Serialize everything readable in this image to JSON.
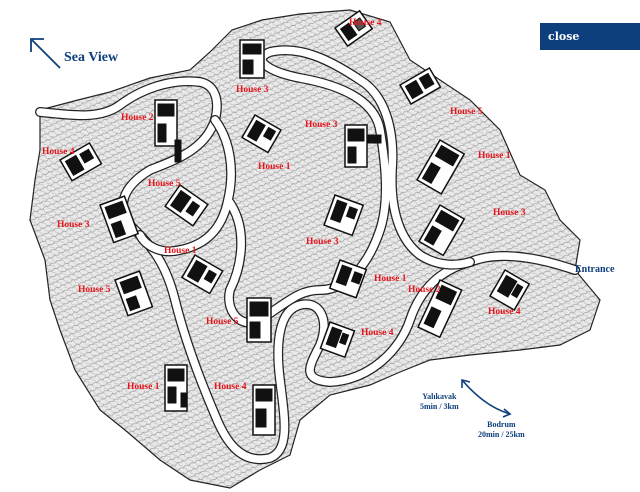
{
  "close_label": "close",
  "sea_view_label": "Sea View",
  "entrance_label": "Entrance",
  "yalikavak": {
    "name": "Yalıkavak",
    "time": "5min / 3km"
  },
  "bodrum": {
    "name": "Bodrum",
    "time": "20min / 25km"
  },
  "houses": [
    "House 4",
    "House 3",
    "House 2",
    "House 3",
    "House 5",
    "House 1",
    "House 4",
    "House 5",
    "House 1",
    "House 3",
    "House 5",
    "House 3",
    "House 1",
    "House 3",
    "House 2",
    "House 1",
    "House 4",
    "House 5",
    "House 4",
    "House 1",
    "House 4"
  ],
  "colors": {
    "accent": "#0d3f7d",
    "label": "#e8141c",
    "terrain": "#8a8a8a",
    "road": "#ffffff"
  }
}
